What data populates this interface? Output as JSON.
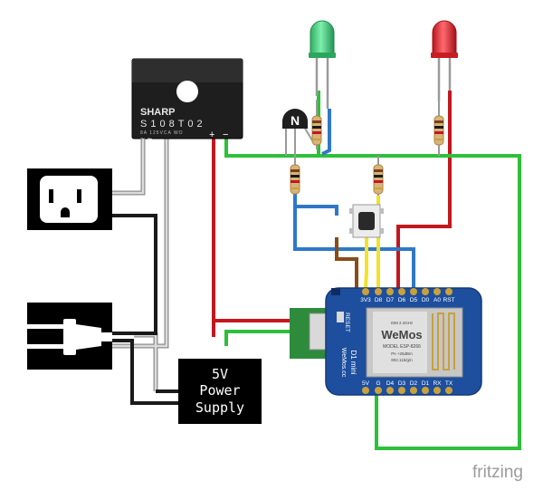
{
  "relay": {
    "brand": "SHARP",
    "model": "S108T02",
    "rating": "8A 125VCA WO",
    "ac_mark": "~ ~",
    "plus": "+",
    "minus": "−"
  },
  "power_supply": {
    "line1": "5V",
    "line2": "Power",
    "line3": "Supply"
  },
  "transistor": {
    "label": "N"
  },
  "board": {
    "top_pins": [
      "3V3",
      "D8",
      "D7",
      "D6",
      "D5",
      "D0",
      "A0",
      "RST"
    ],
    "bottom_pins": [
      "5V",
      "G",
      "D4",
      "D3",
      "D2",
      "D1",
      "RX",
      "TX"
    ],
    "reset_label": "RESET",
    "name_line1": "D1 mini",
    "name_line2": "WeMos.cc",
    "module_brand": "WeMos",
    "module_model": "MODEL ESP-8266",
    "module_info1": "ISM 2.4GHz",
    "module_info2": "PA +25dBm",
    "module_info3": "802.11b/g/n"
  },
  "footer": {
    "brand": "fritzing"
  },
  "colors": {
    "wire_red": "#c4171d",
    "wire_black": "#1a1a1a",
    "wire_gray": "#b7b7b7",
    "wire_green": "#2fbf3a",
    "wire_blue": "#2f78c7",
    "wire_yellow": "#f2e22a",
    "wire_brown": "#8a4b19",
    "board_blue": "#1e4f9e",
    "led_green": "#39d07a",
    "led_red": "#e3262f"
  }
}
